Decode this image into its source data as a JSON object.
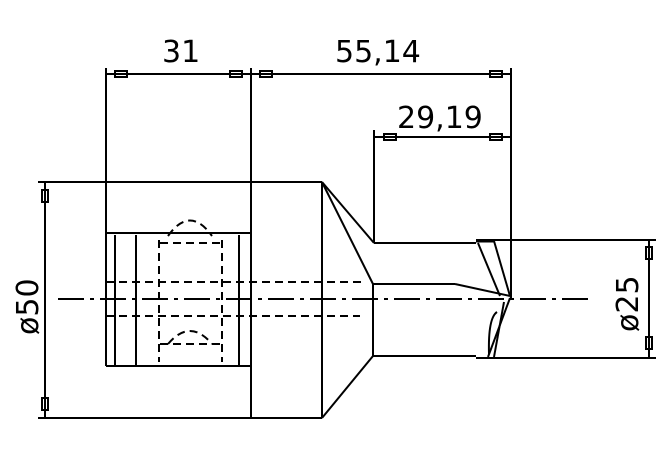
{
  "drawing": {
    "type": "technical drawing - stepped drill / boring tool",
    "dimensions": {
      "length_shank": "31",
      "length_total_to_tip": "55,14",
      "length_step": "29,19",
      "diameter_body": "ø50",
      "diameter_tip": "ø25"
    },
    "colors": {
      "line": "#000000",
      "background": "#ffffff"
    }
  }
}
